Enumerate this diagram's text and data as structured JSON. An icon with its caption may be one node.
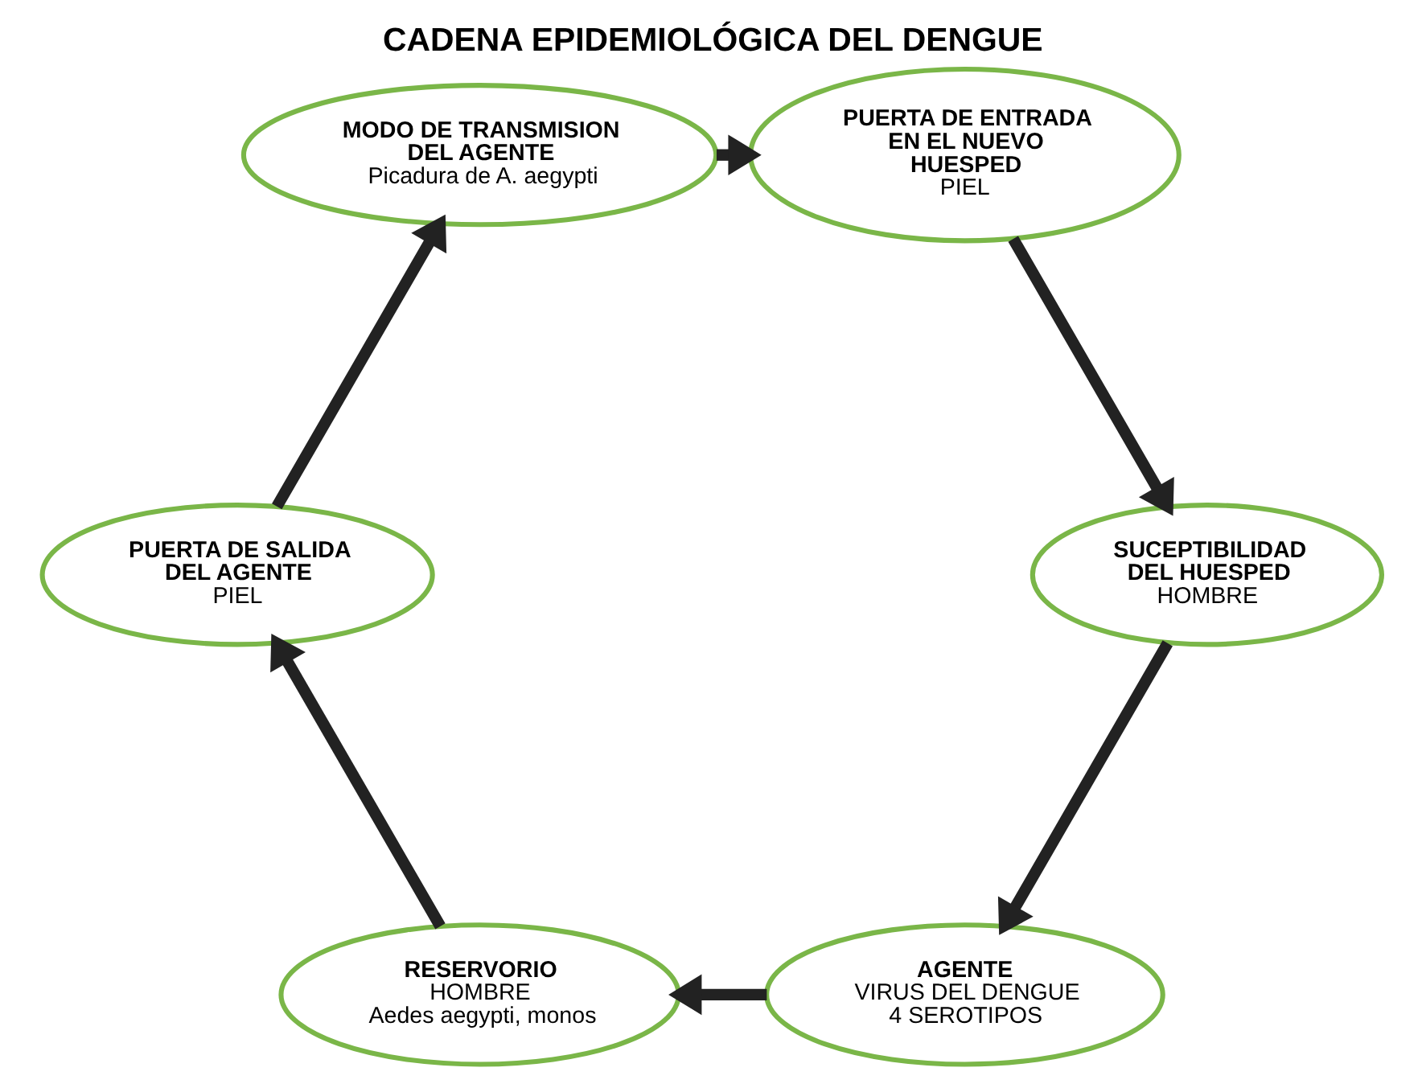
{
  "diagram": {
    "title": "CADENA EPIDEMIOLÓGICA DEL DENGUE",
    "nodes": [
      {
        "text": [
          "AGENTE",
          "VIRUS DEL DENGUE",
          "4 SEROTIPOS"
        ]
      },
      {
        "text": [
          "RESERVORIO",
          "HOMBRE",
          "Aedes aegypti, monos"
        ]
      },
      {
        "text": [
          "PUERTA DE SALIDA DEL AGENTE",
          "PIEL"
        ]
      },
      {
        "text": [
          "MODO DE TRANSMISION DEL AGENTE",
          "Picadura de A. aegypti"
        ]
      },
      {
        "text": [
          "PUERTA DE ENTRADA EN EL NUEVO HUESPED",
          "PIEL"
        ]
      },
      {
        "text": [
          "SUCEPTIBILIDAD DEL HUESPED",
          "HOMBRE"
        ]
      }
    ],
    "edges": [
      {
        "from": 0,
        "to": 1,
        "arrow": "to"
      },
      {
        "from": 1,
        "to": 2,
        "arrow": "to"
      },
      {
        "from": 2,
        "to": 3,
        "arrow": "to"
      },
      {
        "from": 3,
        "to": 4,
        "arrow": "to"
      },
      {
        "from": 4,
        "to": 5,
        "arrow": "to"
      },
      {
        "from": 5,
        "to": 0,
        "arrow": "to"
      }
    ]
  }
}
